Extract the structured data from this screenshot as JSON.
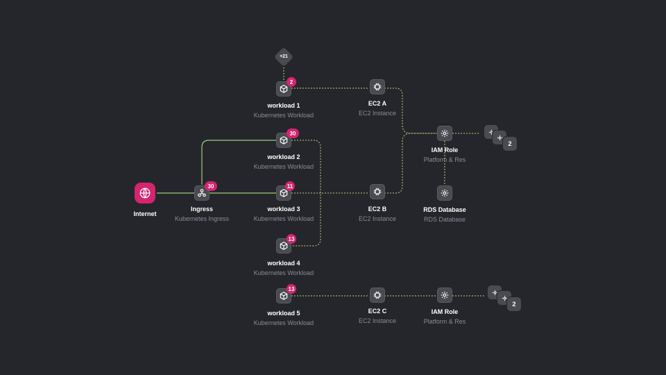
{
  "colors": {
    "background": "#25262b",
    "accent": "#d6246f",
    "edge_solid": "#9ccf7a",
    "edge_dashed": "#b9d77a",
    "node_fill": "#4a4b51",
    "sublabel": "#8b8c92"
  },
  "nodes": {
    "internet": {
      "label": "Internet",
      "icon": "globe-icon"
    },
    "ingress": {
      "label": "Ingress",
      "sublabel": "Kubernetes Ingress",
      "badge": "30",
      "icon": "network-icon"
    },
    "workload1": {
      "label": "workload 1",
      "sublabel": "Kubernetes Workload",
      "badge": "2",
      "icon": "cube-icon"
    },
    "workload2": {
      "label": "workload 2",
      "sublabel": "Kubernetes Workload",
      "badge": "30",
      "icon": "cube-icon"
    },
    "workload3": {
      "label": "workload 3",
      "sublabel": "Kubernetes Workload",
      "badge": "11",
      "icon": "cube-icon"
    },
    "workload4": {
      "label": "workload 4",
      "sublabel": "Kubernetes Workload",
      "badge": "13",
      "icon": "cube-icon"
    },
    "workload5": {
      "label": "workload 5",
      "sublabel": "Kubernetes Workload",
      "badge": "13",
      "icon": "cube-icon"
    },
    "ec2a": {
      "label": "EC2 A",
      "sublabel": "EC2 Instance",
      "icon": "chip-icon"
    },
    "ec2b": {
      "label": "EC2 B",
      "sublabel": "EC2 Instance",
      "icon": "chip-icon"
    },
    "ec2c": {
      "label": "EC2 C",
      "sublabel": "EC2 Instance",
      "icon": "chip-icon"
    },
    "iam1": {
      "label": "IAM Role",
      "sublabel": "Platform & Res",
      "icon": "gear-icon"
    },
    "rds": {
      "label": "RDS Database",
      "sublabel": "RDS Database",
      "icon": "gear-icon"
    },
    "iam2": {
      "label": "IAM Role",
      "sublabel": "Platform & Res",
      "icon": "gear-icon"
    }
  },
  "overflow": {
    "more_count": "+21",
    "stack1_count": "2",
    "stack2_count": "2"
  },
  "edges": [
    {
      "from": "internet",
      "to": "ingress",
      "style": "solid"
    },
    {
      "from": "ingress",
      "to": "workload2",
      "style": "solid"
    },
    {
      "from": "ingress",
      "to": "workload3",
      "style": "solid"
    },
    {
      "from": "workload1",
      "to": "more",
      "style": "dashed"
    },
    {
      "from": "workload1",
      "to": "ec2a",
      "style": "dashed"
    },
    {
      "from": "workload2",
      "to": "workload4",
      "style": "dashed"
    },
    {
      "from": "workload3",
      "to": "ec2b",
      "style": "dashed"
    },
    {
      "from": "ec2a",
      "to": "iam1",
      "style": "dashed"
    },
    {
      "from": "ec2b",
      "to": "iam1",
      "style": "dashed"
    },
    {
      "from": "iam1",
      "to": "rds",
      "style": "dashed"
    },
    {
      "from": "iam1",
      "to": "stack1",
      "style": "dashed"
    },
    {
      "from": "workload5",
      "to": "ec2c",
      "style": "dashed"
    },
    {
      "from": "ec2c",
      "to": "iam2",
      "style": "dashed"
    },
    {
      "from": "iam2",
      "to": "stack2",
      "style": "dashed"
    }
  ]
}
